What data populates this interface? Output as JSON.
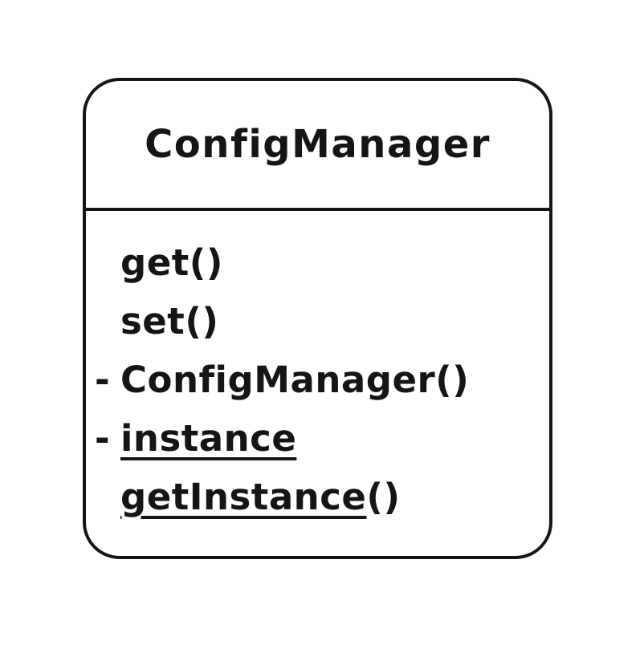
{
  "diagram": {
    "type": "uml-class-diagram",
    "colors": {
      "border": "#151515",
      "text": "#151515",
      "background": "#ffffff"
    },
    "class_box": {
      "title": "ConfigManager",
      "members": [
        {
          "prefix": "",
          "name": "get",
          "suffix": "()",
          "underline": false
        },
        {
          "prefix": "",
          "name": "set",
          "suffix": "()",
          "underline": false
        },
        {
          "prefix": "-",
          "name": "ConfigManager",
          "suffix": "()",
          "underline": false
        },
        {
          "prefix": "-",
          "name": "instance",
          "suffix": "",
          "underline": true
        },
        {
          "prefix": "",
          "name": "getInstance",
          "suffix": "()",
          "underline": true
        }
      ]
    }
  }
}
